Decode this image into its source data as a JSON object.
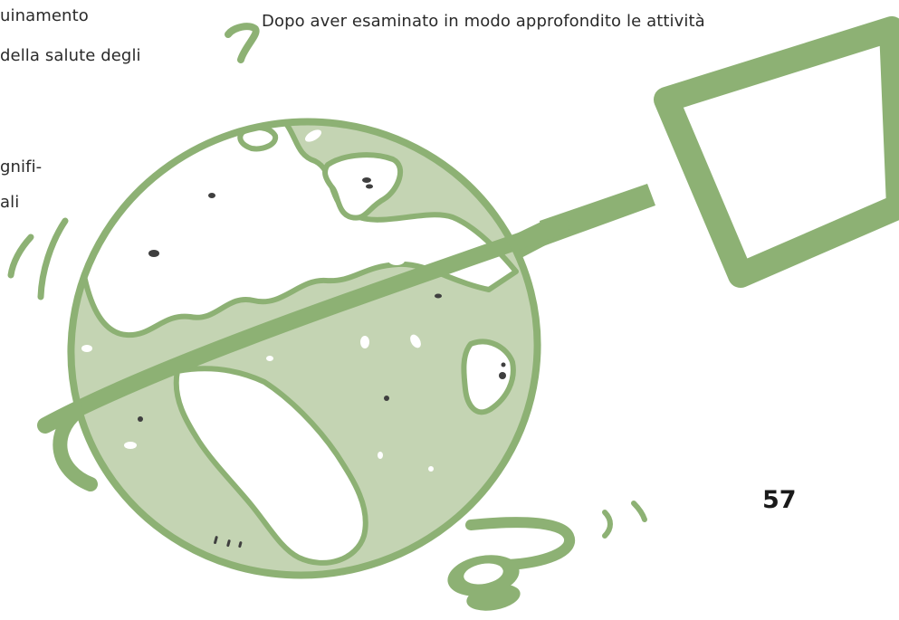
{
  "colors": {
    "accent": "#8db174",
    "land": "#ffffff",
    "ocean": "#c4d4b3",
    "dots": "#3f3f3f"
  },
  "text": {
    "left_fragments": [
      "uinamento",
      "della salute degli",
      "gnifi-",
      "ali"
    ],
    "top_right": "Dopo aver esaminato in modo approfondito le attività"
  },
  "page_number": "57",
  "illustration": {
    "subject": "globe-with-magnifying-glass-and-stethoscope"
  }
}
